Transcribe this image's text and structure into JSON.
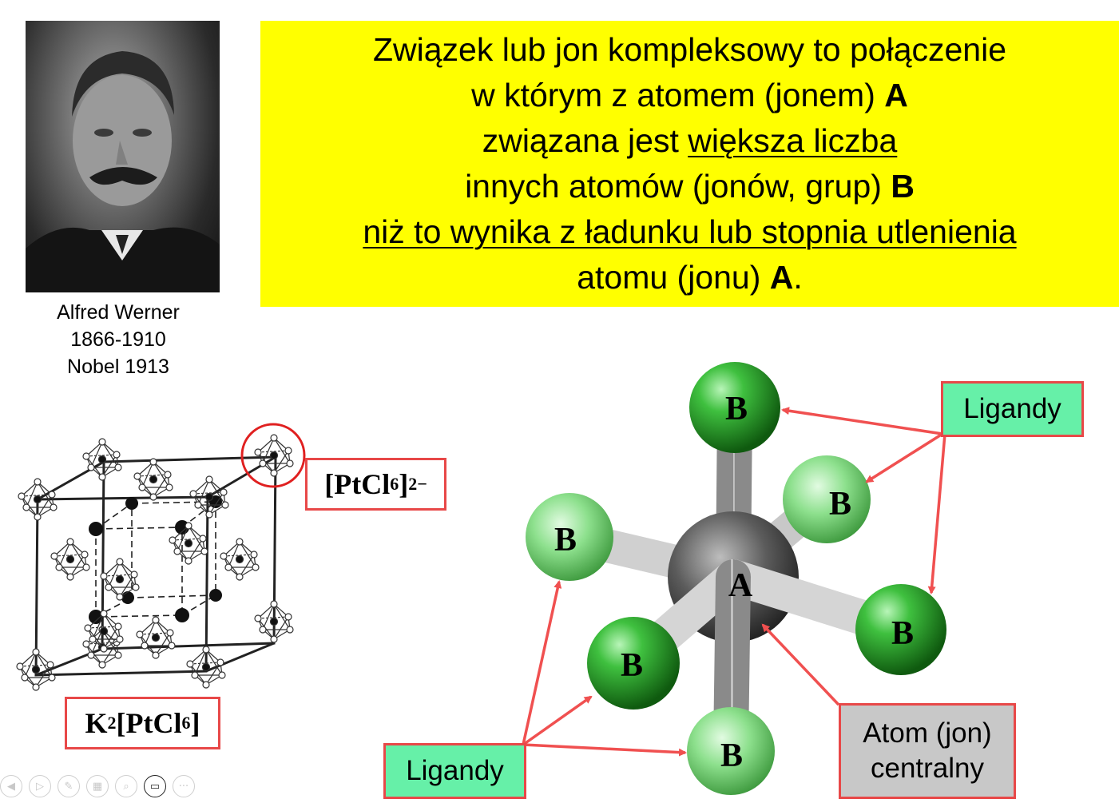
{
  "portrait": {
    "icon": "portrait-photo",
    "caption_name": "Alfred Werner",
    "caption_years": "1866-1910",
    "caption_nobel": "Nobel 1913"
  },
  "definition": {
    "line1": "Związek lub jon kompleksowy to połączenie",
    "line2_text": "w którym z atomem (jonem) ",
    "line2_bold": "A",
    "line3_text": "związana jest ",
    "line3_underlined": "większa liczba",
    "line4_text": "innych atomów (jonów, grup) ",
    "line4_bold": "B",
    "line5_underlined": "niż to wynika z ładunku lub stopnia utlenienia",
    "line6_text": "atomu (jonu) ",
    "line6_bold": "A",
    "line6_end": "."
  },
  "crystal": {
    "formula_main": "K",
    "formula_sub1": "2",
    "formula_mid": "[PtCl",
    "formula_sub2": "6",
    "formula_end": "]",
    "ion_main": "[PtCl",
    "ion_sub": "6",
    "ion_bracket": "]",
    "ion_charge": "2−"
  },
  "molecule": {
    "central_label": "A",
    "ligand_label": "B",
    "ligand_count": 6
  },
  "labels": {
    "ligands_top": "Ligandy",
    "ligands_bottom": "Ligandy",
    "central_line1": "Atom (jon)",
    "central_line2": "centralny"
  },
  "colors": {
    "definition_bg": "#ffff00",
    "ligand_box_bg": "#66f0a8",
    "central_box_bg": "#c8c8c8",
    "arrow": "#f05050",
    "ligand_sphere": "#22a022",
    "central_sphere": "#555555"
  },
  "toolbar": {
    "icons": [
      "back-icon",
      "play-icon",
      "pen-icon",
      "slides-icon",
      "zoom-icon",
      "camera-icon",
      "more-icon"
    ]
  }
}
